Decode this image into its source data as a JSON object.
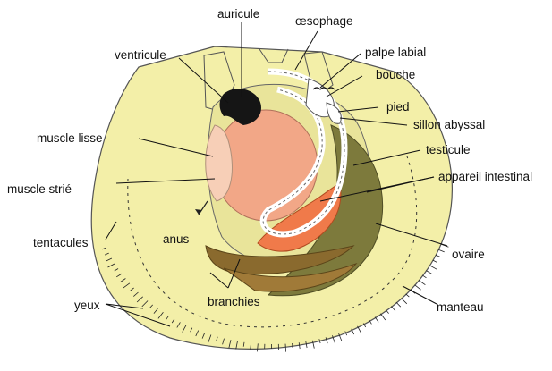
{
  "labels": {
    "auricule": "auricule",
    "oesophage": "œsophage",
    "ventricule": "ventricule",
    "palpe_labial": "palpe labial",
    "bouche": "bouche",
    "pied": "pied",
    "sillon_abyssal": "sillon abyssal",
    "muscle_lisse": "muscle lisse",
    "testicule": "testicule",
    "appareil_intestinal": "appareil intestinal",
    "muscle_strie": "muscle strié",
    "anus": "anus",
    "tentacules": "tentacules",
    "ovaire": "ovaire",
    "branchies": "branchies",
    "yeux": "yeux",
    "manteau": "manteau"
  },
  "colors": {
    "mantle": "#f3efa8",
    "body": "#e9e49a",
    "muscle_striated": "#f2a787",
    "muscle_smooth": "#f7cfb7",
    "ovary": "#f07a4a",
    "testis": "#7d7a3c",
    "gill": "#8a6a2e",
    "heart": "#151515",
    "outline": "#444444"
  }
}
